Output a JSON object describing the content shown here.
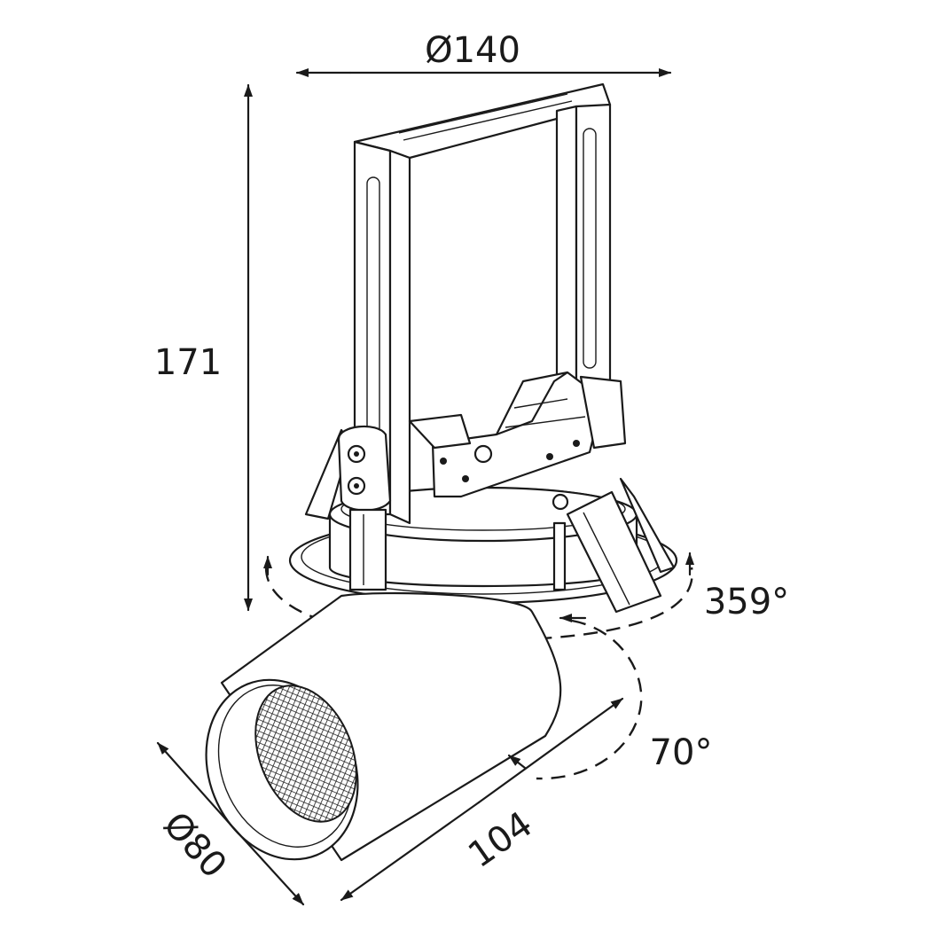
{
  "drawing": {
    "dimensions": {
      "ring_diameter": "Ø140",
      "height": "171",
      "rotation": "359°",
      "tilt": "70°",
      "head_diameter": "Ø80",
      "head_length": "104"
    },
    "colors": {
      "line": "#1a1a1a",
      "background": "#ffffff"
    }
  }
}
